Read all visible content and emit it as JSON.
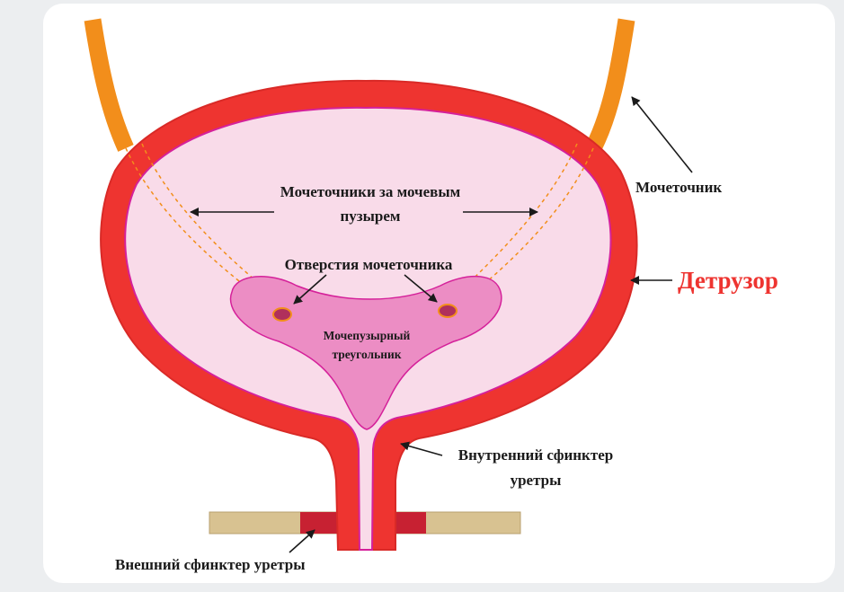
{
  "labels": {
    "ureter": "Мочеточник",
    "detrusor": "Детрузор",
    "ureters_behind_line1": "Мочеточники за мочевым",
    "ureters_behind_line2": "пузырем",
    "ureteral_orifices": "Отверстия мочеточника",
    "trigone_line1": "Мочепузырный",
    "trigone_line2": "треугольник",
    "internal_sphincter_line1": "Внутренний сфинктер",
    "internal_sphincter_line2": "уретры",
    "external_sphincter": "Внешний сфинктер уретры"
  },
  "colors": {
    "muscle_wall": "#ee3430",
    "lumen": "#f9dbe9",
    "trigone": "#ec8dc4",
    "ureter": "#f28e1b",
    "external_sphincter_band": "#d8c291",
    "external_sphincter": "#c72132",
    "accent_text": "#ee3430"
  }
}
